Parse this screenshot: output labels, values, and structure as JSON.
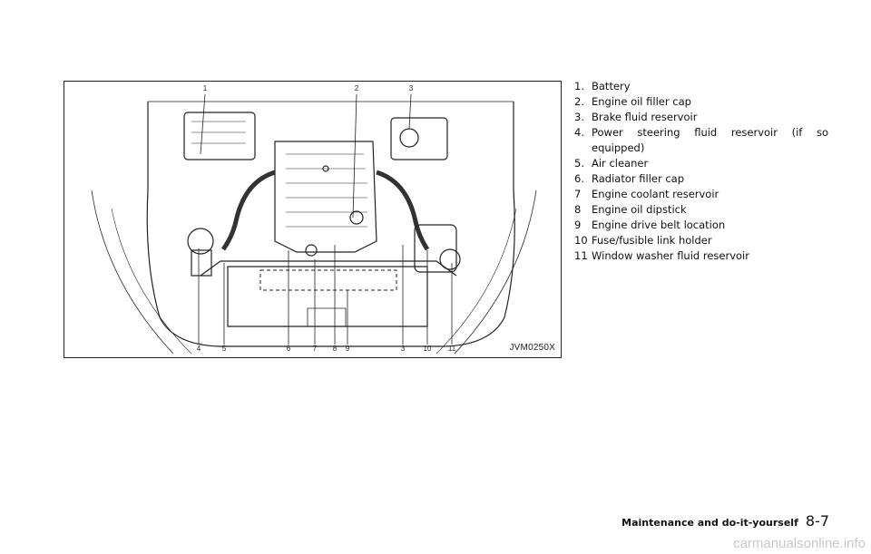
{
  "figure": {
    "code": "JVM0250X",
    "callouts_top": [
      "1",
      "2",
      "3"
    ],
    "callouts_bottom": [
      "4",
      "5",
      "6",
      "7",
      "8",
      "9",
      "3",
      "10",
      "11"
    ]
  },
  "legend": {
    "items": [
      {
        "num": "1.",
        "text": "Battery"
      },
      {
        "num": "2.",
        "text": "Engine oil filler cap"
      },
      {
        "num": "3.",
        "text": "Brake fluid reservoir"
      },
      {
        "num": "4.",
        "text": "Power steering fluid reservoir (if so equipped)"
      },
      {
        "num": "5.",
        "text": "Air cleaner"
      },
      {
        "num": "6.",
        "text": "Radiator filler cap"
      },
      {
        "num": "7",
        "text": "Engine coolant reservoir"
      },
      {
        "num": "8",
        "text": "Engine oil dipstick"
      },
      {
        "num": "9",
        "text": "Engine drive belt location"
      },
      {
        "num": "10",
        "text": "Fuse/fusible link holder"
      },
      {
        "num": "11",
        "text": "Window washer fluid reservoir"
      }
    ]
  },
  "footer": {
    "section": "Maintenance and do-it-yourself",
    "page": "8-7"
  },
  "watermark": "carmanualsonline.info"
}
